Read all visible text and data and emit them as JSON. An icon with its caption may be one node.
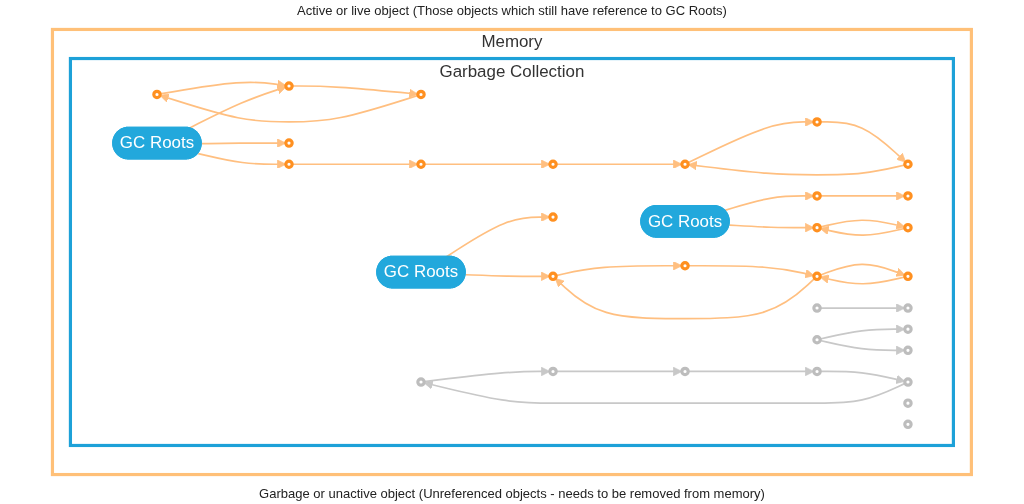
{
  "diagram": {
    "nodes": [
      {
        "text": [
          "Memory"
        ]
      },
      {
        "text": [
          "Garbage Collection"
        ],
        "in": 0
      },
      {
        "text": [],
        "shape": "circle",
        "in": 1
      },
      {
        "text": [],
        "shape": "circle",
        "in": 1
      },
      {
        "text": [],
        "shape": "circle",
        "in": 1
      },
      {
        "text": [],
        "shape": "circle",
        "in": 1
      },
      {
        "text": [],
        "shape": "circle",
        "in": 1
      },
      {
        "text": [],
        "shape": "circle",
        "in": 1
      },
      {
        "text": [],
        "shape": "circle",
        "in": 1
      },
      {
        "text": [],
        "shape": "circle",
        "in": 1
      },
      {
        "text": [],
        "shape": "circle",
        "in": 1
      },
      {
        "text": [],
        "shape": "circle",
        "in": 1
      },
      {
        "text": [
          "GC Roots"
        ],
        "in": 1
      },
      {
        "text": [],
        "shape": "circle",
        "in": 1
      },
      {
        "text": [],
        "shape": "circle",
        "in": 1
      },
      {
        "text": [],
        "shape": "circle",
        "in": 1
      },
      {
        "text": [],
        "shape": "circle",
        "in": 1
      },
      {
        "text": [],
        "shape": "circle",
        "in": 1
      },
      {
        "text": [
          "GC Roots"
        ],
        "in": 1
      },
      {
        "text": [
          "GC Roots"
        ],
        "in": 1
      },
      {
        "text": [],
        "shape": "circle",
        "in": 1
      },
      {
        "text": [],
        "shape": "circle",
        "in": 1
      },
      {
        "text": [],
        "shape": "circle",
        "in": 1
      },
      {
        "text": [],
        "shape": "circle",
        "in": 1
      },
      {
        "text": [],
        "shape": "circle",
        "in": 1
      },
      {
        "text": [],
        "shape": "circle",
        "in": 1
      },
      {
        "text": [],
        "shape": "circle",
        "in": 1
      },
      {
        "text": [],
        "shape": "circle",
        "in": 1
      },
      {
        "text": [],
        "shape": "circle",
        "in": 1
      },
      {
        "text": [],
        "shape": "circle",
        "in": 1
      },
      {
        "text": [],
        "shape": "circle",
        "in": 1
      },
      {
        "text": [],
        "shape": "circle",
        "in": 1
      },
      {
        "text": [],
        "shape": "circle",
        "in": 1
      },
      {
        "text": [],
        "shape": "circle",
        "in": 1
      },
      {
        "text": [],
        "shape": "circle",
        "in": 1
      },
      {
        "text": [],
        "shape": "circle",
        "in": 1
      }
    ],
    "edges": [
      {
        "from": 2,
        "to": 3,
        "arrow": "to"
      },
      {
        "from": 3,
        "to": 4,
        "arrow": "to"
      },
      {
        "from": 4,
        "to": 2,
        "arrow": "to"
      },
      {
        "from": 12,
        "to": 3,
        "arrow": "to"
      },
      {
        "from": 12,
        "to": 5,
        "arrow": "to"
      },
      {
        "from": 12,
        "to": 20,
        "arrow": "to"
      },
      {
        "from": 5,
        "to": 6,
        "arrow": "to"
      },
      {
        "from": 6,
        "to": 7,
        "arrow": "to"
      },
      {
        "from": 7,
        "to": 8,
        "arrow": "to"
      },
      {
        "from": 8,
        "to": 10,
        "arrow": "to"
      },
      {
        "from": 10,
        "to": 9,
        "arrow": "to"
      },
      {
        "from": 9,
        "to": 8,
        "arrow": "to"
      },
      {
        "from": 19,
        "to": 17,
        "arrow": "to"
      },
      {
        "from": 17,
        "to": 11,
        "arrow": "to"
      },
      {
        "from": 19,
        "to": 30,
        "arrow": "to"
      },
      {
        "from": 30,
        "to": 16,
        "arrow": "to"
      },
      {
        "from": 16,
        "to": 30,
        "arrow": "to"
      },
      {
        "from": 18,
        "to": 15,
        "arrow": "to"
      },
      {
        "from": 18,
        "to": 27,
        "arrow": "to"
      },
      {
        "from": 27,
        "to": 21,
        "arrow": "to"
      },
      {
        "from": 21,
        "to": 33,
        "arrow": "to"
      },
      {
        "from": 33,
        "to": 27,
        "arrow": "to"
      },
      {
        "from": 33,
        "to": 26,
        "arrow": "to"
      },
      {
        "from": 26,
        "to": 33,
        "arrow": "to"
      },
      {
        "from": 31,
        "to": 13,
        "arrow": "to",
        "color": "#c8c8c8"
      },
      {
        "from": 34,
        "to": 28,
        "arrow": "to",
        "color": "#c8c8c8"
      },
      {
        "from": 34,
        "to": 29,
        "arrow": "to",
        "color": "#c8c8c8"
      },
      {
        "from": 22,
        "to": 23,
        "arrow": "to",
        "color": "#c8c8c8"
      },
      {
        "from": 23,
        "to": 24,
        "arrow": "to",
        "color": "#c8c8c8"
      },
      {
        "from": 24,
        "to": 25,
        "arrow": "to",
        "color": "#c8c8c8"
      },
      {
        "from": 25,
        "to": 35,
        "arrow": "to",
        "color": "#c8c8c8"
      },
      {
        "from": 35,
        "to": 22,
        "arrow": "to",
        "color": "#c8c8c8"
      }
    ],
    "labels": [
      "Active or live object (Those objects which still have reference to GC Roots)",
      "Garbage or unactive object (Unreferenced objects - needs to be removed from memory)"
    ]
  }
}
